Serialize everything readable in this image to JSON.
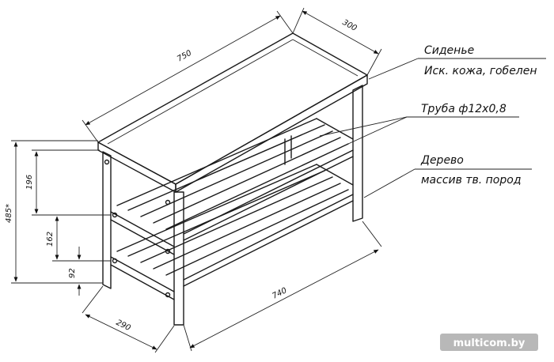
{
  "dimensions": {
    "top_length": "750",
    "top_depth": "300",
    "height_total": "485*",
    "seat_to_shelf": "196",
    "shelf_gap": "162",
    "bottom": "92",
    "base_depth": "290",
    "base_length": "740"
  },
  "labels": {
    "seat": "Сиденье",
    "seat_material": "Иск. кожа, гобелен",
    "tube": "Труба ф12х0,8",
    "wood": "Дерево",
    "wood_type": "массив тв. пород"
  },
  "watermark": "multicom.by"
}
